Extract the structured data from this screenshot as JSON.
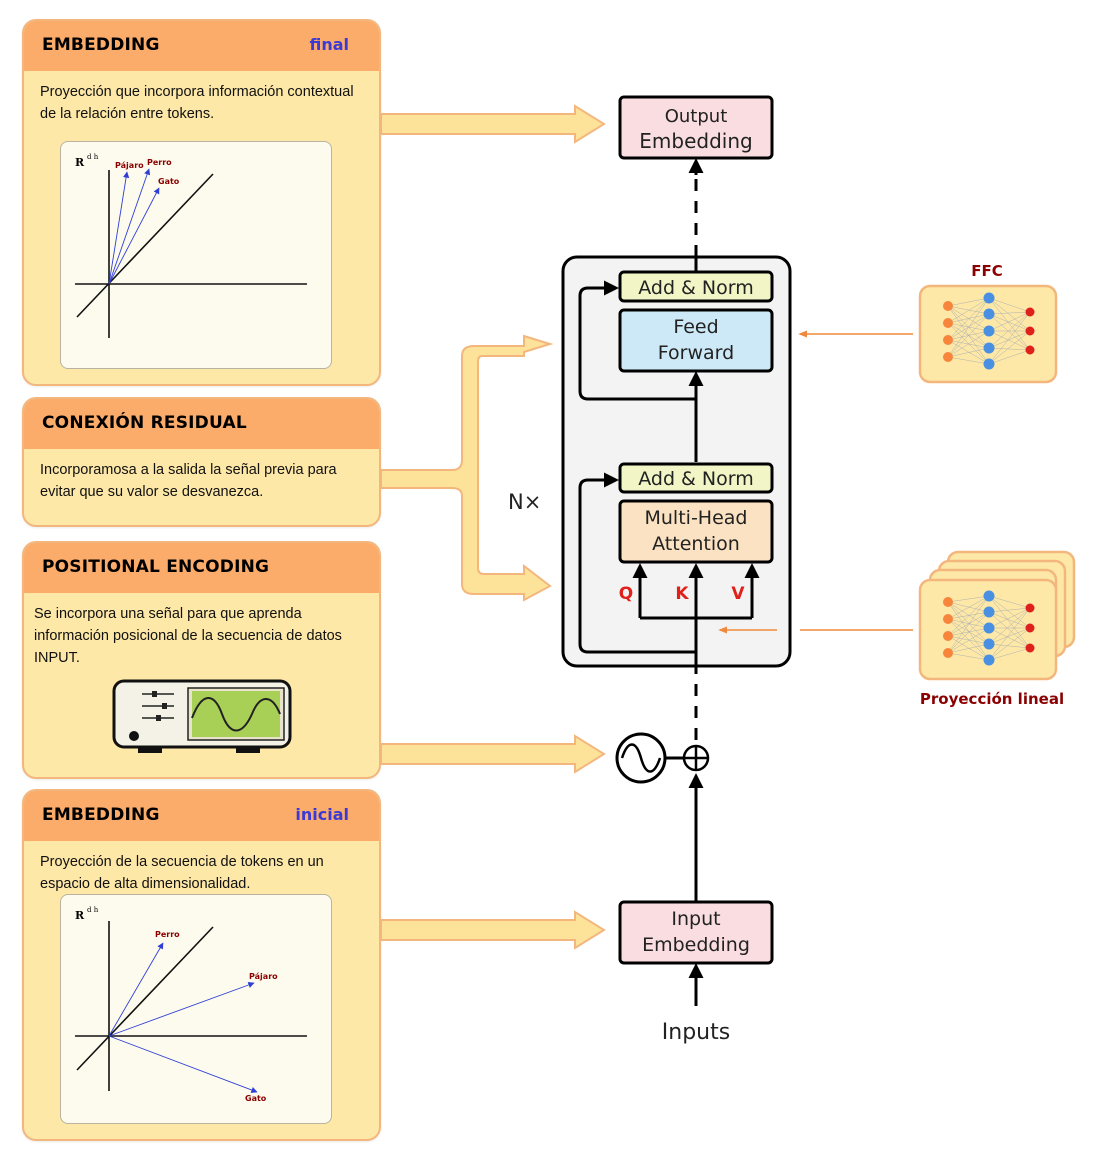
{
  "cards": {
    "embedding_final": {
      "title": "EMBEDDING",
      "tag": "final",
      "text": "Proyección que incorpora información contextual de la relación entre tokens.",
      "plot": {
        "axis_label": "R",
        "axis_sup": "d h",
        "words": [
          "Pájaro",
          "Perro",
          "Gato"
        ]
      }
    },
    "residual": {
      "title": "CONEXIÓN RESIDUAL",
      "text": "Incorporamosa a la salida la señal previa para evitar que su valor se desvanezca."
    },
    "positional": {
      "title": "POSITIONAL ENCODING",
      "text": "Se incorpora una señal para que aprenda información posicional de la secuencia de datos INPUT."
    },
    "embedding_initial": {
      "title": "EMBEDDING",
      "tag": "inicial",
      "text": "Proyección de la secuencia de tokens en un espacio de alta dimensionalidad.",
      "plot": {
        "axis_label": "R",
        "axis_sup": "d h",
        "words": [
          "Perro",
          "Pájaro",
          "Gato"
        ]
      }
    }
  },
  "transformer": {
    "output_embedding": [
      "Output",
      "Embedding"
    ],
    "add_norm_top": "Add & Norm",
    "feed_forward": [
      "Feed",
      "Forward"
    ],
    "add_norm_bottom": "Add & Norm",
    "multi_head": [
      "Multi-Head",
      "Attention"
    ],
    "qkv": [
      "Q",
      "K",
      "V"
    ],
    "nx": "N×",
    "input_embedding": [
      "Input",
      "Embedding"
    ],
    "inputs": "Inputs"
  },
  "side": {
    "ffc_label": "FFC",
    "proj_label": "Proyección lineal"
  },
  "colors": {
    "card_fill": "#fde8a7",
    "card_header": "#fbab6a",
    "tag_blue": "#3a3ad6",
    "embedding_box": "#f9dde0",
    "add_norm_box": "#f2f5c6",
    "feed_forward_box": "#cde9f7",
    "attention_box": "#fbe2c2",
    "qkv_red": "#e0201a",
    "side_label_red": "#8b0000",
    "orange_arrow": "#f08a3a"
  }
}
